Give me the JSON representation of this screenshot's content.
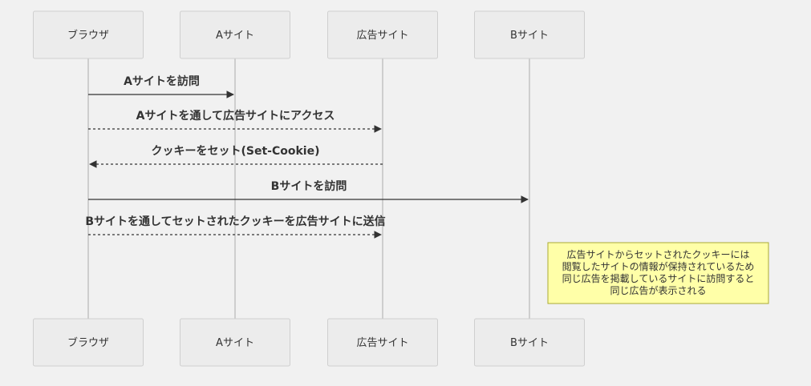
{
  "participants": [
    {
      "id": "browser",
      "label": "ブラウザ"
    },
    {
      "id": "siteA",
      "label": "Aサイト"
    },
    {
      "id": "ad",
      "label": "広告サイト"
    },
    {
      "id": "siteB",
      "label": "Bサイト"
    }
  ],
  "messages": [
    {
      "from": "browser",
      "to": "siteA",
      "label": "Aサイトを訪問",
      "style": "solid"
    },
    {
      "from": "browser",
      "to": "ad",
      "label": "Aサイトを通して広告サイトにアクセス",
      "style": "dashed"
    },
    {
      "from": "ad",
      "to": "browser",
      "label": "クッキーをセット(Set-Cookie)",
      "style": "dashed"
    },
    {
      "from": "browser",
      "to": "siteB",
      "label": "Bサイトを訪問",
      "style": "solid"
    },
    {
      "from": "browser",
      "to": "ad",
      "label": "Bサイトを通してセットされたクッキーを広告サイトに送信",
      "style": "dashed"
    }
  ],
  "note": {
    "lines": [
      "広告サイトからセットされたクッキーには",
      "閲覧したサイトの情報が保持されているため",
      "同じ広告を掲載しているサイトに訪問すると",
      "同じ広告が表示される"
    ]
  }
}
